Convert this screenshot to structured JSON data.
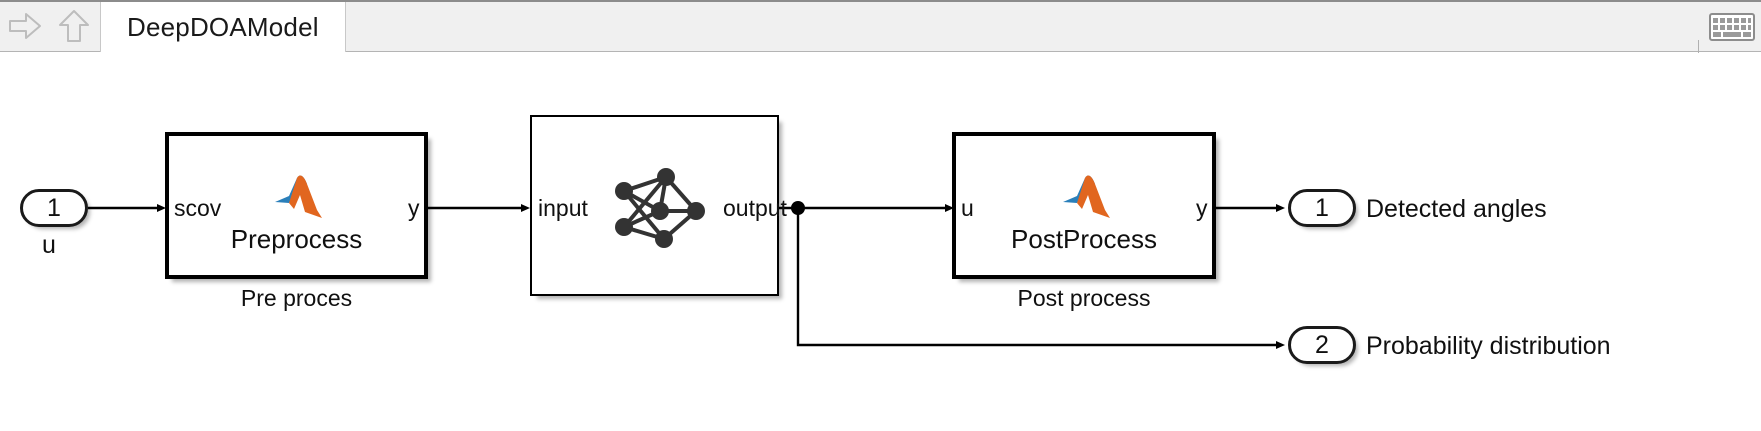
{
  "toolbar": {
    "forward_icon": "forward-arrow-icon",
    "up_icon": "up-arrow-icon",
    "tab_label": "DeepDOAModel",
    "keyboard_icon": "keyboard-icon"
  },
  "diagram": {
    "input_ports": [
      {
        "number": "1",
        "caption": "u"
      }
    ],
    "blocks": [
      {
        "id": "preprocess",
        "title": "Preprocess",
        "caption": "Pre proces",
        "input_port": "scov",
        "output_port": "y",
        "icon": "matlab-logo-icon"
      },
      {
        "id": "network",
        "title": "",
        "caption": "",
        "input_port": "input",
        "output_port": "output",
        "icon": "neural-network-icon"
      },
      {
        "id": "postprocess",
        "title": "PostProcess",
        "caption": "Post process",
        "input_port": "u",
        "output_port": "y",
        "icon": "matlab-logo-icon"
      }
    ],
    "output_ports": [
      {
        "number": "1",
        "caption": "Detected angles"
      },
      {
        "number": "2",
        "caption": "Probability distribution"
      }
    ]
  },
  "colors": {
    "matlab_orange": "#e1661f",
    "matlab_blue": "#2a7fba",
    "wire": "#000000",
    "toolbar_bg": "#f0f0f0",
    "canvas_bg": "#ffffff"
  }
}
